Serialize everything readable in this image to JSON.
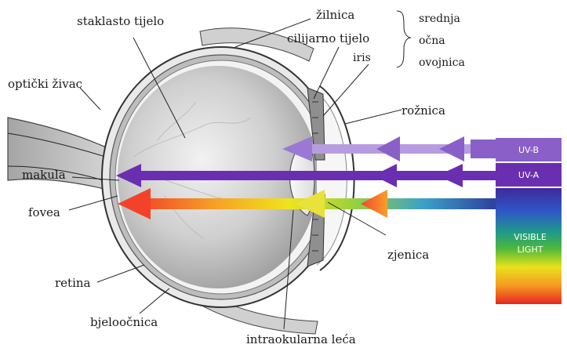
{
  "labels": {
    "vitreous": "staklasto tijelo",
    "choroid": "žilnica",
    "ciliary": "cilijarno tijelo",
    "iris": "iris",
    "middle_coat_1": "srednja",
    "middle_coat_2": "očna",
    "middle_coat_3": "ovojnica",
    "optic_nerve": "optički živac",
    "cornea": "rožnica",
    "macula": "makula",
    "fovea": "fovea",
    "pupil": "zjenica",
    "retina": "retina",
    "sclera": "bjeloočnica",
    "iol": "intraokularna leća"
  },
  "spectrum": {
    "uvb": "UV-B",
    "uva": "UV-A",
    "visible_1": "VISIBLE",
    "visible_2": "LIGHT"
  },
  "colors": {
    "uvb": "#8a5fc8",
    "uva": "#6a2fb0",
    "visible_start": "#f2432a",
    "visible_mid": "#f0e31c",
    "visible_end": "#2f3f9e"
  }
}
